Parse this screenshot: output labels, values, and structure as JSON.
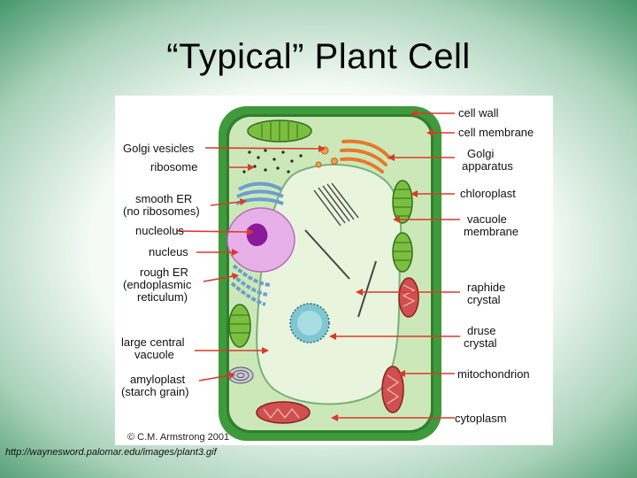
{
  "slide": {
    "title": "“Typical” Plant Cell",
    "source_url": "http://waynesword.palomar.edu/images/plant3.gif"
  },
  "diagram": {
    "copyright": "© C.M. Armstrong 2001",
    "colors": {
      "cell_wall": "#3f9a3c",
      "cytoplasm": "#cde8b8",
      "vacuole": "#e9f4dd",
      "nucleus": "#e8b0e8",
      "nucleolus": "#8a1a9a",
      "chloroplast": "#7cbf3f",
      "golgi": "#e8782e",
      "mitochondrion": "#d05050",
      "er": "#7fb0d8",
      "arrow": "#d93a2a"
    },
    "left_labels": [
      {
        "id": "golgi-vesicles",
        "lines": [
          "Golgi vesicles"
        ]
      },
      {
        "id": "ribosome",
        "lines": [
          "ribosome"
        ]
      },
      {
        "id": "smooth-er",
        "lines": [
          "smooth ER",
          "(no ribosomes)"
        ]
      },
      {
        "id": "nucleolus",
        "lines": [
          "nucleolus"
        ]
      },
      {
        "id": "nucleus",
        "lines": [
          "nucleus"
        ]
      },
      {
        "id": "rough-er",
        "lines": [
          "rough ER",
          "(endoplasmic",
          "reticulum)"
        ]
      },
      {
        "id": "large-central-vacuole",
        "lines": [
          "large central",
          "vacuole"
        ]
      },
      {
        "id": "amyloplast",
        "lines": [
          "amyloplast",
          "(starch grain)"
        ]
      }
    ],
    "right_labels": [
      {
        "id": "cell-wall",
        "lines": [
          "cell wall"
        ]
      },
      {
        "id": "cell-membrane",
        "lines": [
          "cell membrane"
        ]
      },
      {
        "id": "golgi-apparatus",
        "lines": [
          "Golgi",
          "apparatus"
        ]
      },
      {
        "id": "chloroplast",
        "lines": [
          "chloroplast"
        ]
      },
      {
        "id": "vacuole-membrane",
        "lines": [
          "vacuole",
          "membrane"
        ]
      },
      {
        "id": "raphide-crystal",
        "lines": [
          "raphide",
          "crystal"
        ]
      },
      {
        "id": "druse-crystal",
        "lines": [
          "druse",
          "crystal"
        ]
      },
      {
        "id": "mitochondrion",
        "lines": [
          "mitochondrion"
        ]
      },
      {
        "id": "cytoplasm",
        "lines": [
          "cytoplasm"
        ]
      }
    ]
  }
}
